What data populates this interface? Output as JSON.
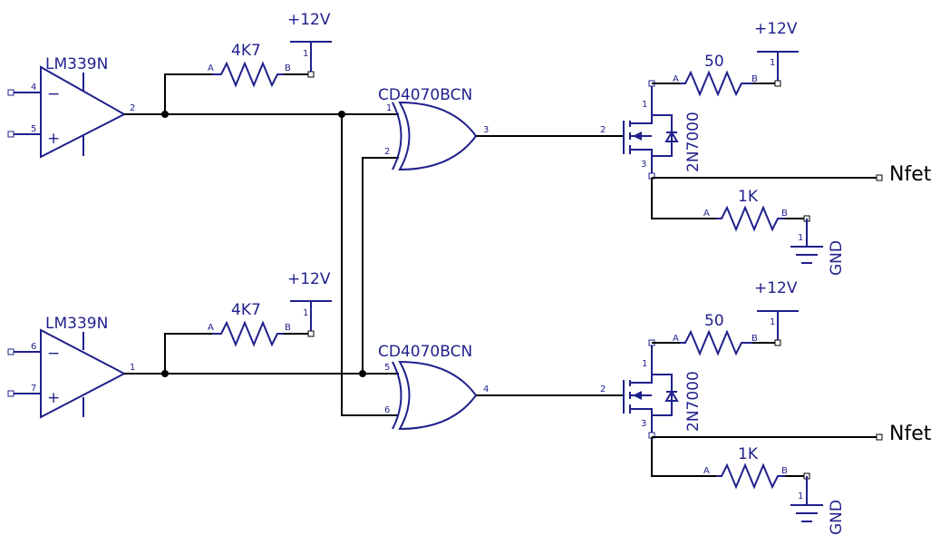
{
  "labels": {
    "comparator": "LM339N",
    "xor_gate": "CD4070BCN",
    "pullup": "4K7",
    "gate_res": "50",
    "pulldown": "1K",
    "supply": "+12V",
    "ground": "GND",
    "mosfet": "2N7000",
    "output": "Nfet",
    "pin_a": "A",
    "pin_b": "B",
    "minus": "−",
    "plus": "+"
  },
  "pins": {
    "c1": {
      "inv": "4",
      "noninv": "5",
      "out": "2"
    },
    "c2": {
      "inv": "6",
      "noninv": "7",
      "out": "1"
    },
    "x1": {
      "in1": "1",
      "in2": "2",
      "out": "3"
    },
    "x2": {
      "in1": "5",
      "in2": "6",
      "out": "4"
    },
    "mosfet": {
      "gate": "2",
      "drain": "1",
      "source": "3"
    },
    "supply_pin": "1",
    "gnd_pin": "1"
  }
}
